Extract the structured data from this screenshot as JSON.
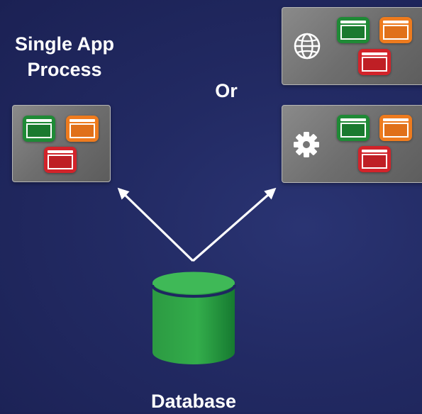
{
  "labels": {
    "title_line1": "Single App",
    "title_line2": "Process",
    "or": "Or",
    "database": "Database"
  },
  "icons": {
    "top_right_panel": "globe-icon",
    "bottom_right_panel": "gear-icon",
    "bottom_center": "database-icon"
  },
  "colors": {
    "background": "#222a63",
    "panel": "#6e6e6e",
    "window_green": "#1f8a36",
    "window_orange": "#ee7b1e",
    "window_red": "#d2232a",
    "database": "#2ea043",
    "arrow": "#ffffff"
  }
}
